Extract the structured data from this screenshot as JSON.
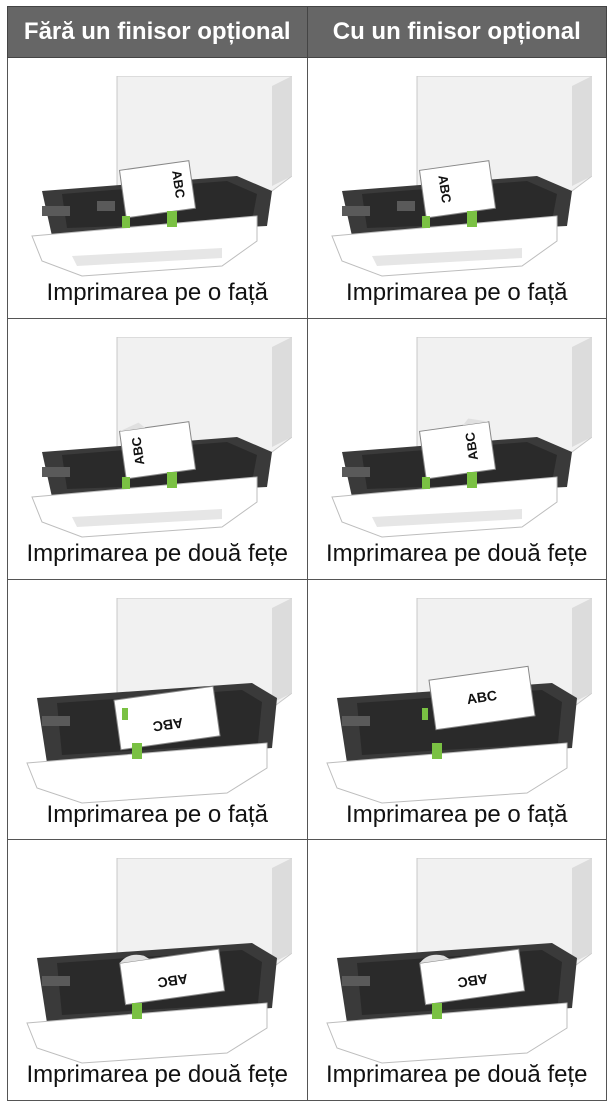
{
  "header": {
    "col_left": "Fără un finisor opțional",
    "col_right": "Cu un finisor opțional"
  },
  "rows": [
    {
      "left": {
        "caption": "Imprimarea pe o față",
        "paper_label": "ABC"
      },
      "right": {
        "caption": "Imprimarea pe o față",
        "paper_label": "ABC"
      }
    },
    {
      "left": {
        "caption": "Imprimarea pe două fețe",
        "paper_label": "ABC"
      },
      "right": {
        "caption": "Imprimarea pe două fețe",
        "paper_label": "ABC"
      }
    },
    {
      "left": {
        "caption": "Imprimarea pe o față",
        "paper_label": "ABC"
      },
      "right": {
        "caption": "Imprimarea pe o față",
        "paper_label": "ABC"
      }
    },
    {
      "left": {
        "caption": "Imprimarea pe două fețe",
        "paper_label": "ABC"
      },
      "right": {
        "caption": "Imprimarea pe două fețe",
        "paper_label": "ABC"
      }
    }
  ],
  "colors": {
    "header_bg": "#666666",
    "tray_green": "#7ac143"
  }
}
